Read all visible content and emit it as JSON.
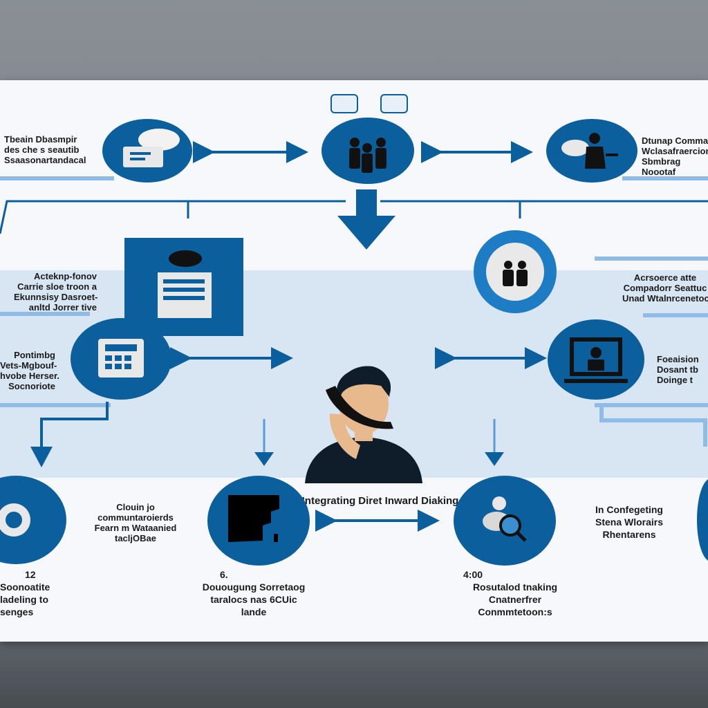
{
  "accent": "#0a5f9c",
  "light_accent": "#3a8fd0",
  "center_title": "Integrating Diret Inward Diaking",
  "nodes": {
    "top_left": {
      "icon": "cloud-chat-icon",
      "caption": [
        "Tbeain Dbasmpir",
        "des che s seautib",
        "Ssaasonartandacal"
      ]
    },
    "top_center": {
      "icon": "people-group-icon"
    },
    "top_right": {
      "icon": "person-desk-icon",
      "caption": [
        "Dtunap Commanc",
        "Wclasafraercion",
        "Sbmbrag",
        "Noootaf"
      ]
    },
    "mid_left_doc": {
      "icon": "document-form-icon",
      "caption": [
        "Acteknp-fonov",
        "Carrie sloe troon a",
        "Ekunnsisy Dasroet-",
        "anltd Jorrer tive"
      ]
    },
    "mid_right_gear": {
      "icon": "gear-team-icon",
      "caption": [
        "Acrsoerce atte",
        "Compadorr Seattuc",
        "Unad Wtalnrcenetoc"
      ]
    },
    "left_phone": {
      "icon": "desk-phone-icon",
      "caption": [
        "Pontimbg",
        "Vets-Mgbouf-",
        "hvobe Herser.",
        "Socnoriote"
      ]
    },
    "right_monitor": {
      "icon": "video-call-icon",
      "caption": [
        "Foeaision",
        "Dosant tb",
        "Doinge t"
      ]
    },
    "bottom_left": {
      "icon": "headset-icon",
      "caption": [
        "Clouin jo",
        "communtaroierds",
        "Fearn m Wataanied",
        "tacljOBae"
      ],
      "sub": [
        "12",
        "Soonoatite",
        "ladeling to",
        "senges"
      ]
    },
    "bottom_mid": {
      "icon": "silhouette-icon",
      "caption": [
        "6.",
        "Douougung Sorretaog",
        "taralocs nas 6CUic",
        "lande"
      ]
    },
    "bottom_right": {
      "icon": "user-search-icon",
      "caption": [
        "4:00",
        "Rosutalod tnaking",
        "Cnatnerfrer",
        "Conmmtetoon:s"
      ]
    },
    "far_right": {
      "caption": [
        "In Confegeting",
        "Stena Wlorairs",
        "Rhentarens"
      ]
    }
  }
}
